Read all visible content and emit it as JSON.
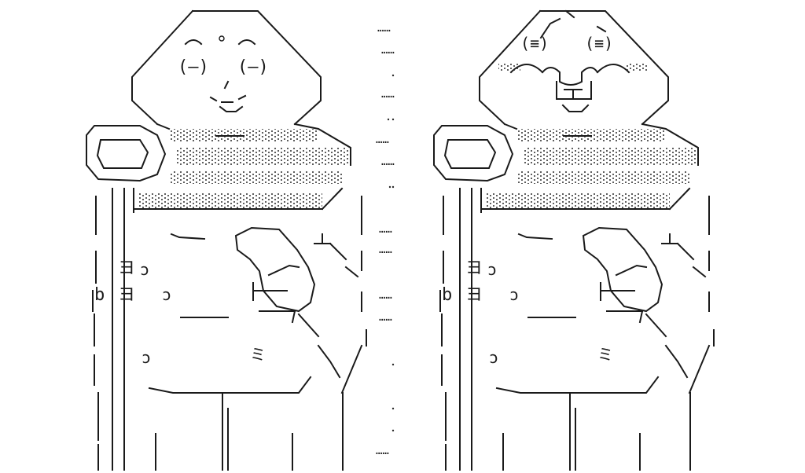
{
  "art": {
    "theme": {
      "ink": "#1a1a1a",
      "background": "#ffffff",
      "screentone": "#555555"
    },
    "left_figure": {
      "eyes": "(—)",
      "belly_marks": [
        "ヨ",
        "ɔ",
        "b",
        "ヨ",
        "ɔ",
        "ɔ",
        "ミ"
      ]
    },
    "right_figure": {
      "eyes": "(≡)",
      "belly_marks": [
        "ヨ",
        "ɔ",
        "b",
        "ヨ",
        "ɔ",
        "ɔ",
        "ミ"
      ]
    },
    "divider_glyph": "……"
  }
}
